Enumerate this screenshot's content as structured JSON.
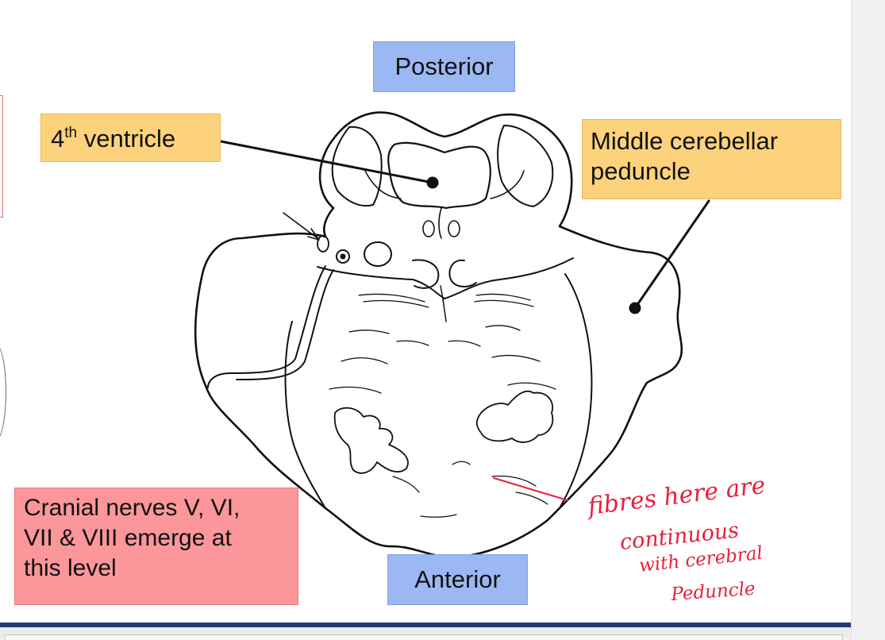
{
  "labels": {
    "posterior": "Posterior",
    "anterior": "Anterior",
    "fourth_ventricle_base": "4",
    "fourth_ventricle_sup": "th",
    "fourth_ventricle_rest": " ventricle",
    "middle_cerebellar_line1": "Middle cerebellar",
    "middle_cerebellar_line2": "peduncle",
    "cranial_line1": "Cranial nerves V, VI,",
    "cranial_line2": "VII & VIII emerge at",
    "cranial_line3": "this level"
  },
  "handwritten_note": {
    "line1": "fibres here are",
    "line2": "continuous",
    "line3": "with cerebral",
    "line4": "Peduncle"
  },
  "colors": {
    "blue_label": "#9cb8f2",
    "yellow_label": "#fcd27c",
    "red_label": "#fb979a",
    "ink": "#111111",
    "annotation_red": "#e8203c",
    "bottom_bar": "#1f3b73"
  }
}
